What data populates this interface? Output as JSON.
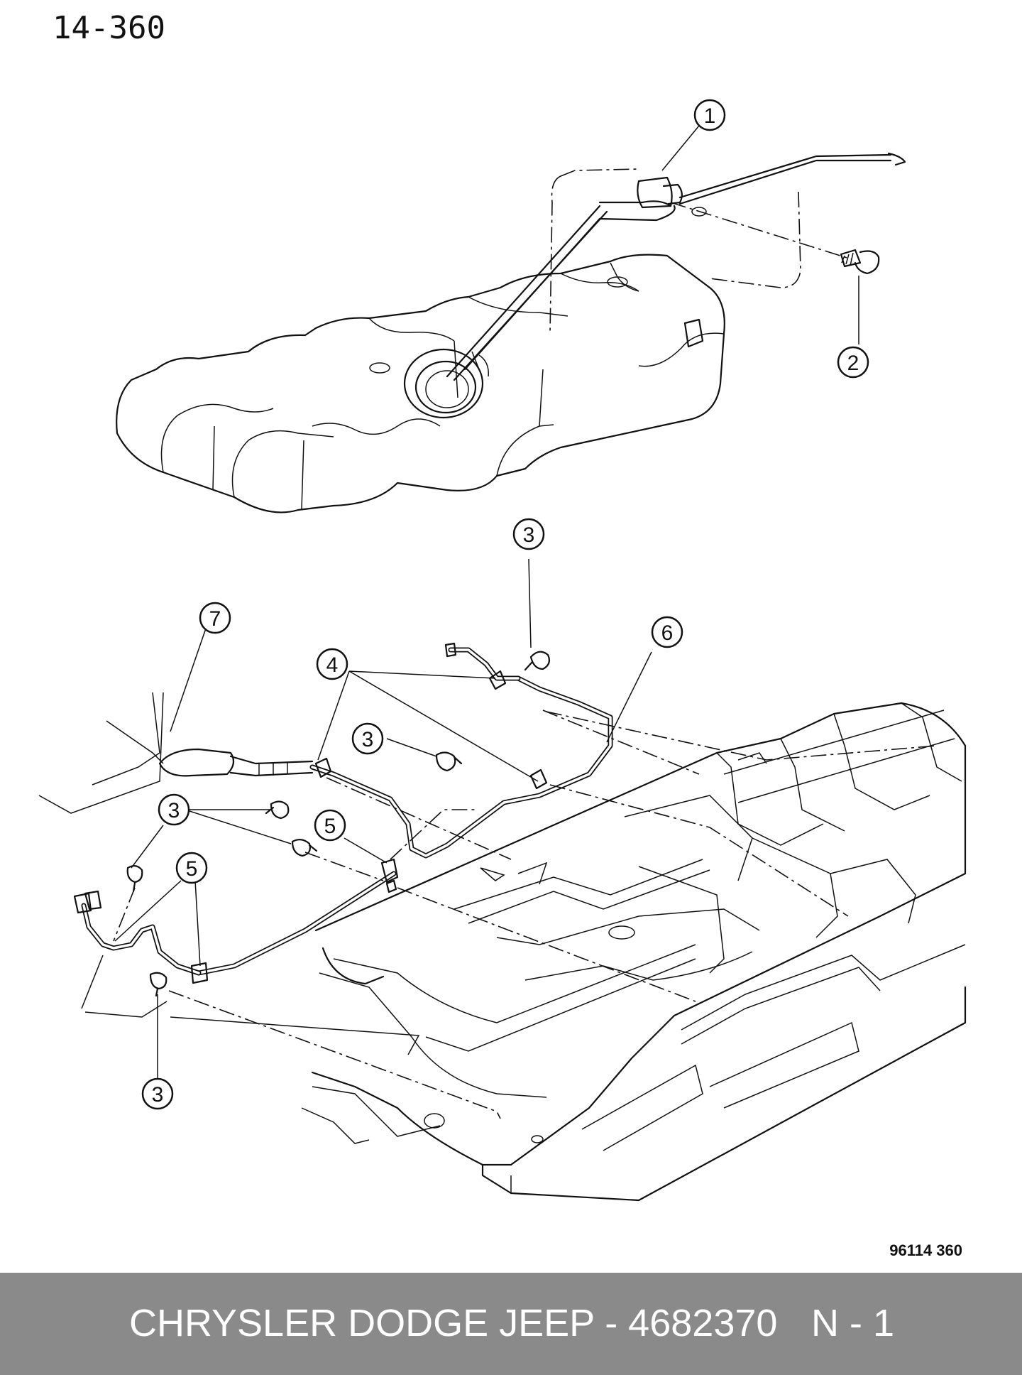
{
  "header": {
    "page_number": "14-360"
  },
  "figure": {
    "reference_code": "96114  360",
    "callouts": {
      "c1": "1",
      "c2": "2",
      "c3a": "3",
      "c3b": "3",
      "c3c": "3",
      "c3d": "3",
      "c4": "4",
      "c5a": "5",
      "c5b": "5",
      "c6": "6",
      "c7": "7"
    }
  },
  "footer": {
    "brand_part": "CHRYSLER DODGE JEEP - 4682370",
    "page": "N - 1"
  }
}
